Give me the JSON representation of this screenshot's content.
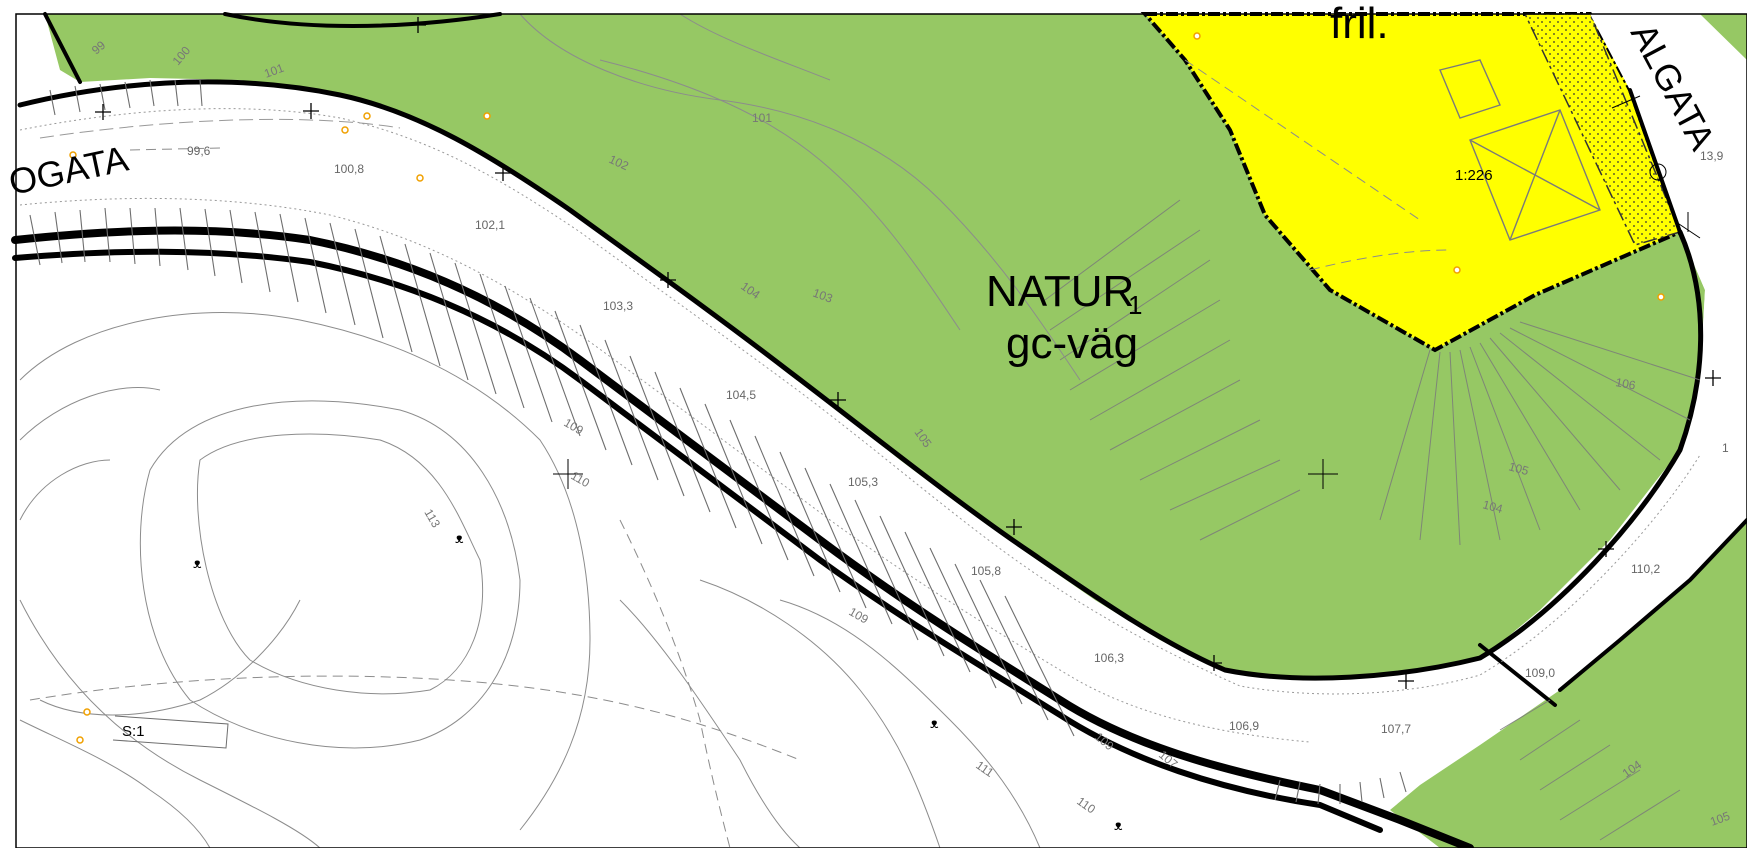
{
  "map": {
    "zones": {
      "natur_label": "NATUR",
      "natur_subscript": "1",
      "gcvag_label": "gc-väg",
      "fril_label": "fril."
    },
    "streets": {
      "west_fragment": "OGATA",
      "east_fragment": "ALGATA"
    },
    "annotations": {
      "scale_ratio": "1:226",
      "slope_note": "S:1",
      "edge_value_1": "13,9",
      "edge_value_2": "1"
    },
    "spot_elevations": [
      "99,6",
      "100,8",
      "102,1",
      "103,3",
      "104,5",
      "105,3",
      "105,8",
      "106,3",
      "106,9",
      "107,7",
      "109,0",
      "110,2"
    ],
    "contour_labels": [
      "99",
      "100",
      "101",
      "101",
      "102",
      "103",
      "104",
      "105",
      "106",
      "105",
      "104",
      "104",
      "105",
      "109",
      "109",
      "110",
      "111",
      "113",
      "110",
      "109",
      "107"
    ],
    "colors": {
      "natur": "#96C864",
      "residential": "#FFFF00",
      "road": "#FFFFFF",
      "contour": "#8C8C8C",
      "boundary": "#000000",
      "point_marker": "#F0A000"
    }
  }
}
